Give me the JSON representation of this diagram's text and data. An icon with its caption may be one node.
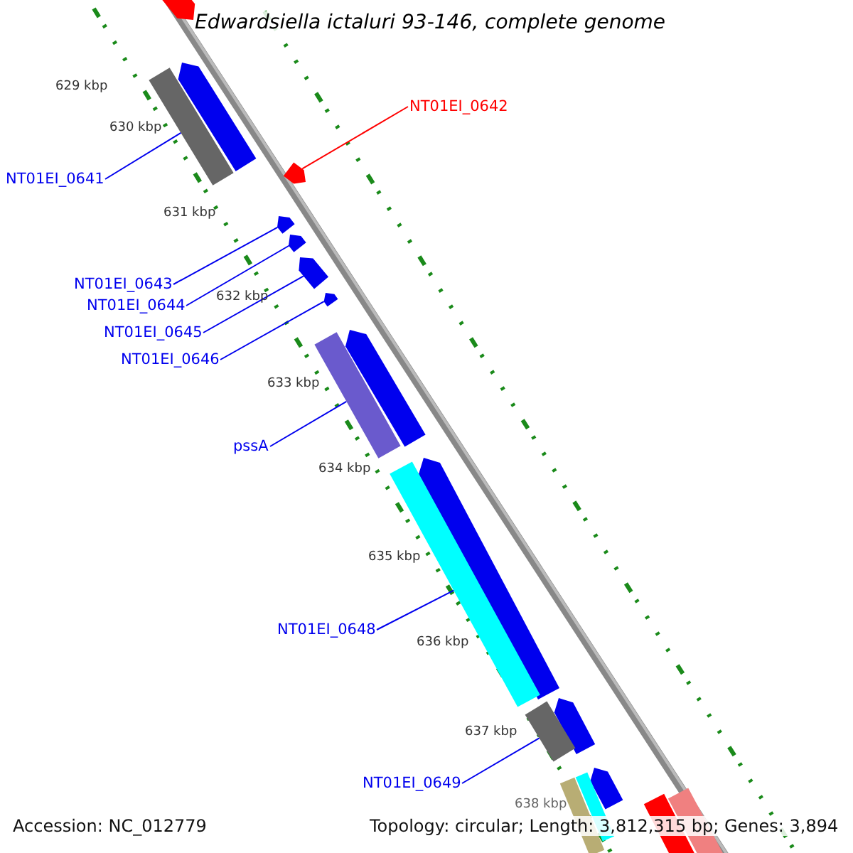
{
  "diagram": {
    "title": "Edwardsiella ictaluri 93-146, complete genome",
    "nodes": [
      {
        "text": [
          "NT01EI_0642"
        ]
      },
      {
        "text": [],
        "shape": "arrow"
      },
      {
        "text": [
          "NT01EI_0641"
        ]
      },
      {
        "text": [],
        "shape": "bar"
      },
      {
        "text": [
          "NT01EI_0643"
        ]
      },
      {
        "text": [],
        "shape": "arrow"
      },
      {
        "text": [
          "NT01EI_0644"
        ]
      },
      {
        "text": [],
        "shape": "arrow"
      },
      {
        "text": [
          "NT01EI_0645"
        ]
      },
      {
        "text": [],
        "shape": "arrow"
      },
      {
        "text": [
          "NT01EI_0646"
        ]
      },
      {
        "text": [],
        "shape": "arrow"
      },
      {
        "text": [
          "pssA"
        ]
      },
      {
        "text": [],
        "shape": "bar"
      },
      {
        "text": [
          "NT01EI_0648"
        ]
      },
      {
        "text": [],
        "shape": "bar"
      },
      {
        "text": [
          "NT01EI_0649"
        ]
      },
      {
        "text": [],
        "shape": "bar"
      }
    ],
    "edges": [
      {
        "from": 0,
        "to": 1,
        "arrow": "none",
        "color": "#ff0000"
      },
      {
        "from": 2,
        "to": 3,
        "arrow": "none"
      },
      {
        "from": 4,
        "to": 5,
        "arrow": "none"
      },
      {
        "from": 6,
        "to": 7,
        "arrow": "none"
      },
      {
        "from": 8,
        "to": 9,
        "arrow": "none"
      },
      {
        "from": 10,
        "to": 11,
        "arrow": "none"
      },
      {
        "from": 12,
        "to": 13,
        "arrow": "none"
      },
      {
        "from": 14,
        "to": 15,
        "arrow": "none"
      },
      {
        "from": 16,
        "to": 17,
        "arrow": "none"
      }
    ],
    "labels": [
      "629 kbp",
      "630 kbp",
      "631 kbp",
      "632 kbp",
      "633 kbp",
      "634 kbp",
      "635 kbp",
      "636 kbp",
      "637 kbp",
      "638 kbp",
      "Accession: NC_012779",
      "Topology: circular; Length: 3,812,315 bp; Genes: 3,894"
    ]
  }
}
